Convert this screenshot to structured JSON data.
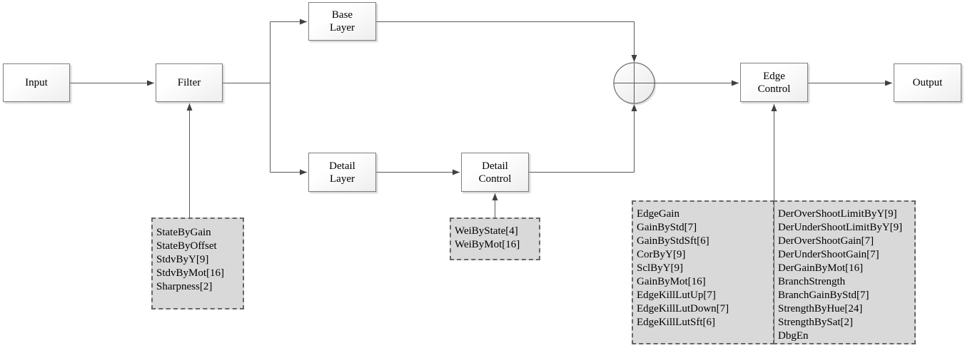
{
  "nodes": {
    "input": {
      "lines": [
        "Input"
      ]
    },
    "filter": {
      "lines": [
        "Filter"
      ]
    },
    "base_layer": {
      "lines": [
        "Base",
        "Layer"
      ]
    },
    "detail_layer": {
      "lines": [
        "Detail",
        "Layer"
      ]
    },
    "detail_control": {
      "lines": [
        "Detail",
        "Control"
      ]
    },
    "edge_control": {
      "lines": [
        "Edge",
        "Control"
      ]
    },
    "output": {
      "lines": [
        "Output"
      ]
    },
    "sum_junction": {
      "symbol": "circle-plus"
    }
  },
  "param_boxes": {
    "filter_params": {
      "items": [
        "StateByGain",
        "StateByOffset",
        "StdvByY[9]",
        "StdvByMot[16]",
        "Sharpness[2]"
      ]
    },
    "detail_control_params": {
      "items": [
        "WeiByState[4]",
        "WeiByMot[16]"
      ]
    },
    "edge_control_params_col1": {
      "items": [
        "EdgeGain",
        "GainByStd[7]",
        "GainByStdSft[6]",
        "CorByY[9]",
        "SclByY[9]",
        "GainByMot[16]",
        "EdgeKillLutUp[7]",
        "EdgeKillLutDown[7]",
        "EdgeKillLutSft[6]"
      ]
    },
    "edge_control_params_col2": {
      "items": [
        "DerOverShootLimitByY[9]",
        "DerUnderShootLimitByY[9]",
        "DerOverShootGain[7]",
        "DerUnderShootGain[7]",
        "DerGainByMot[16]",
        "BranchStrength",
        "BranchGainByStd[7]",
        "StrengthByHue[24]",
        "StrengthBySat[2]",
        "DbgEn"
      ]
    }
  },
  "colors": {
    "background": "#ffffff",
    "node_border": "#7f7f7f",
    "node_fill_top": "#ffffff",
    "node_fill_bottom": "#eeeeee",
    "param_fill": "#d9d9d9",
    "param_border": "#666666",
    "wire": "#595959",
    "arrow": "#404040",
    "text": "#000000"
  }
}
